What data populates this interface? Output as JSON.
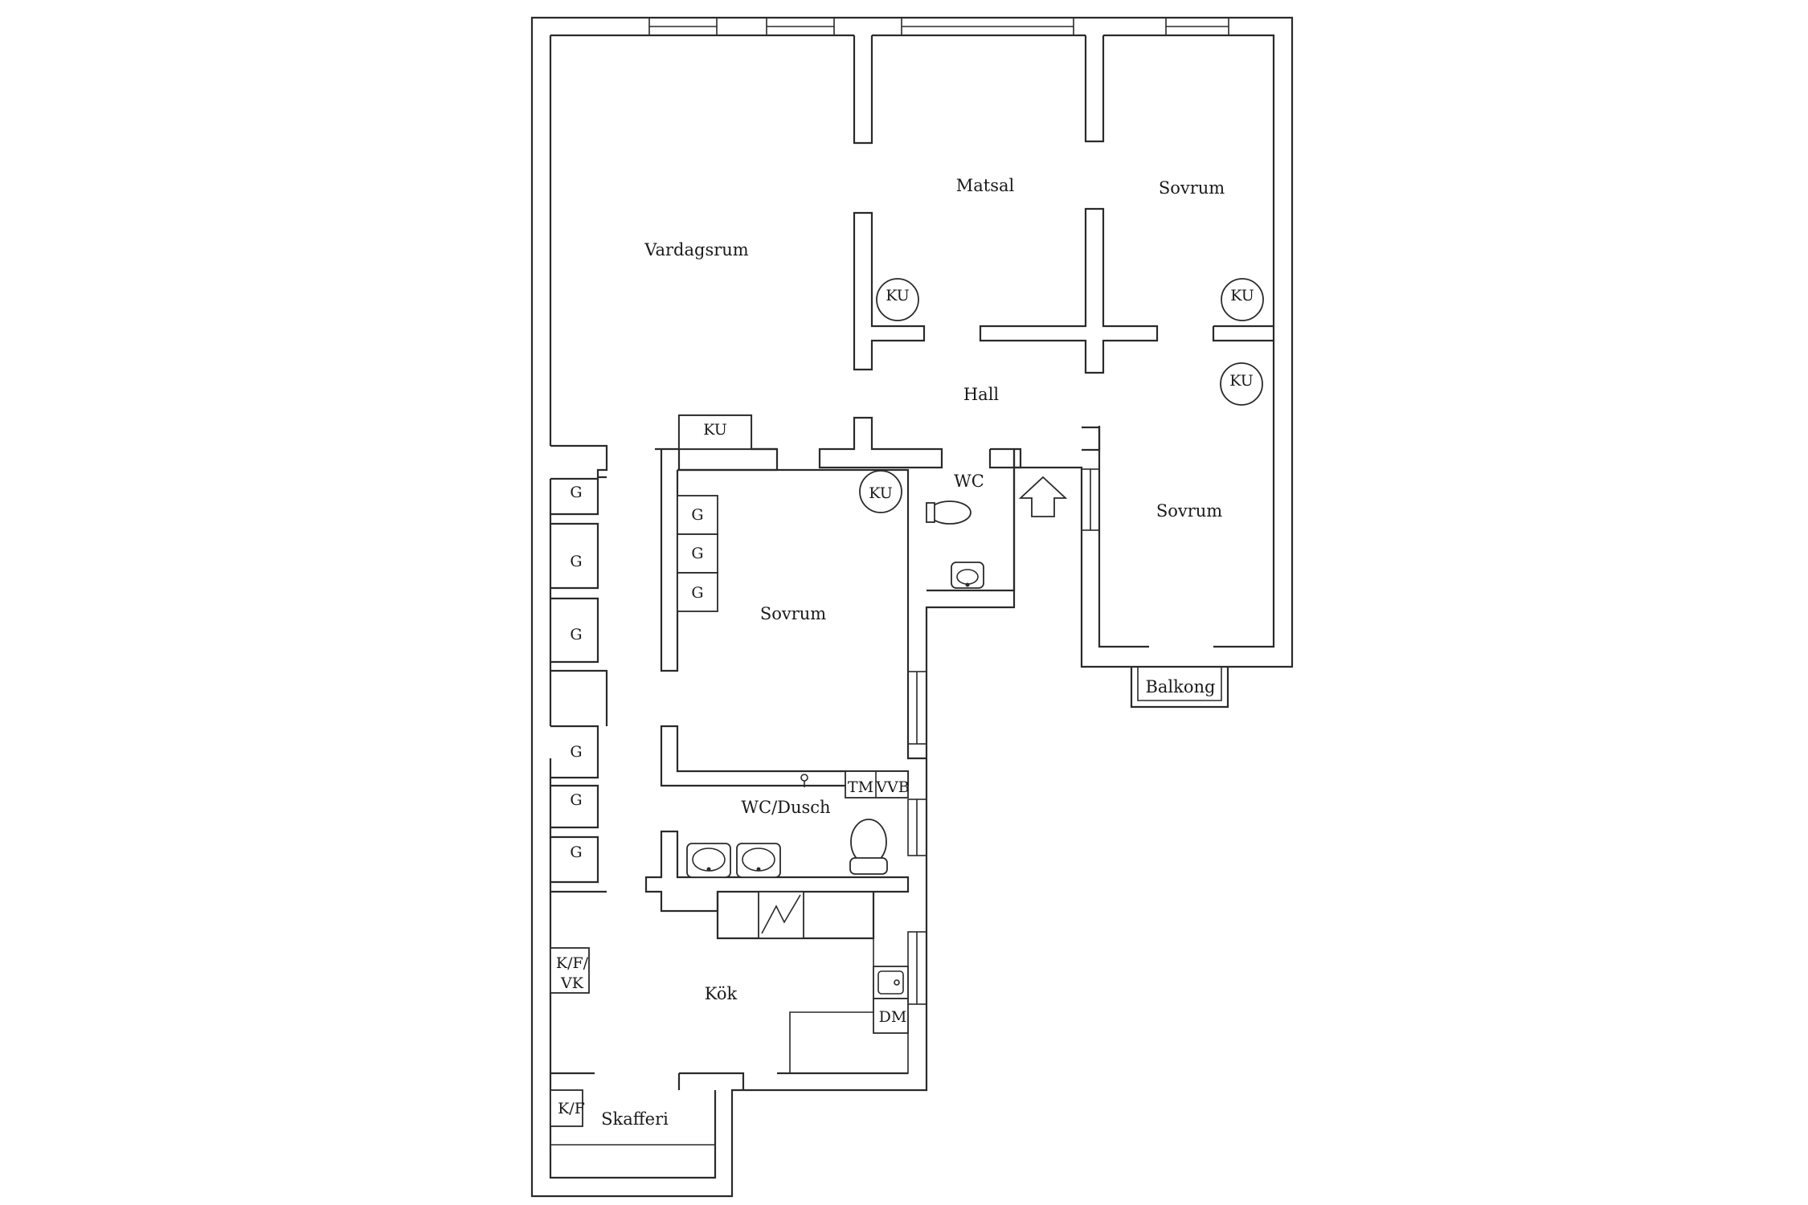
{
  "rooms": {
    "vardagsrum": "Vardagsrum",
    "matsal": "Matsal",
    "sovrum_ne": "Sovrum",
    "hall": "Hall",
    "wc": "WC",
    "sovrum_e": "Sovrum",
    "sovrum_w": "Sovrum",
    "wc_dusch": "WC/Dusch",
    "kok": "Kök",
    "skafferi": "Skafferi",
    "balkong": "Balkong"
  },
  "fixtures": {
    "ku": "KU",
    "g": "G",
    "tm": "TM",
    "vvb": "VVB",
    "kf_vk_line1": "K/F/",
    "kf_vk_line2": "VK",
    "kf": "K/F",
    "dm": "DM"
  },
  "icons": {
    "entrance": "entrance-arrow-icon",
    "toilet": "toilet-icon",
    "sink": "sink-icon",
    "stove": "stove-icon",
    "kitchen_sink": "kitchen-sink-icon"
  },
  "colors": {
    "line": "#2a2a2a",
    "background": "#ffffff"
  }
}
